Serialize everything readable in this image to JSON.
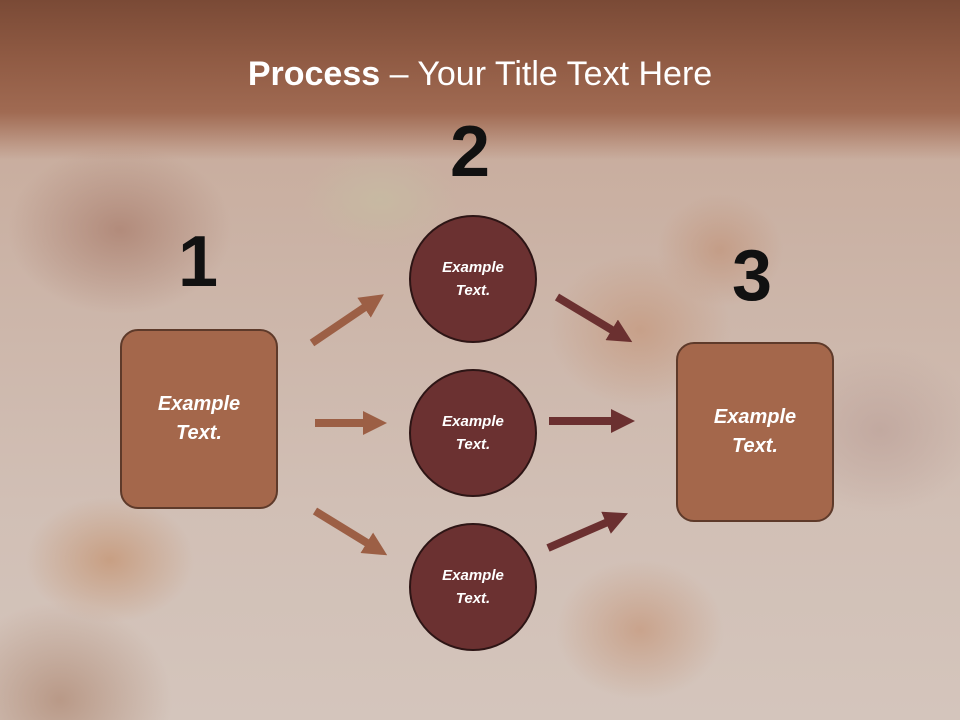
{
  "slide": {
    "title_bold": "Process",
    "title_rest": " – Your Title Text Here"
  },
  "steps": {
    "n1": "1",
    "n2": "2",
    "n3": "3"
  },
  "nodes": {
    "left_box": "Example\nText.",
    "circle_top": "Example\nText.",
    "circle_mid": "Example\nText.",
    "circle_bottom": "Example\nText.",
    "right_box": "Example\nText."
  },
  "colors": {
    "box_fill": "#a4674b",
    "circle_fill": "#6b3131",
    "arrow_light": "#9c5f45",
    "arrow_dark": "#6b3030"
  }
}
